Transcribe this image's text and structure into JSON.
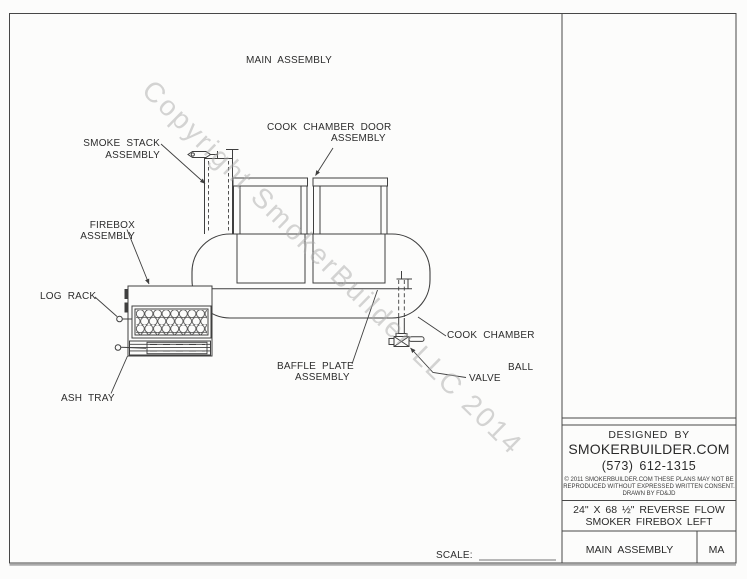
{
  "sheet": {
    "drawing_title": "MAIN ASSEMBLY",
    "scale_label": "SCALE:",
    "watermark": "Copyright SmokerBuilder LLC 2014"
  },
  "callouts": {
    "smoke_stack": [
      "SMOKE STACK",
      "ASSEMBLY"
    ],
    "cook_chamber_door": [
      "COOK CHAMBER DOOR",
      "ASSEMBLY"
    ],
    "firebox": [
      "FIREBOX",
      "ASSEMBLY"
    ],
    "log_rack": "LOG RACK",
    "ash_tray": "ASH TRAY",
    "baffle_plate": [
      "BAFFLE PLATE",
      "ASSEMBLY"
    ],
    "cook_chamber": "COOK CHAMBER",
    "ball": "BALL",
    "valve": "VALVE"
  },
  "title_block": {
    "designed_by": "DESIGNED BY",
    "company": "SMOKERBUILDER.COM",
    "phone": "(573) 612-1315",
    "copyright_line1": "© 2011 SMOKERBUILDER.COM THESE PLANS MAY NOT BE",
    "copyright_line2": "REPRODUCED WITHOUT EXPRESSED WRITTEN CONSENT.",
    "copyright_line3": "DRAWN BY FD&JD",
    "model_line1": "24\" X 68 ½\" REVERSE FLOW",
    "model_line2": "SMOKER FIREBOX LEFT",
    "sheet_title": "MAIN ASSEMBLY",
    "sheet_code": "MA"
  },
  "colors": {
    "line": "#3f3f3f",
    "label_text": "#2d2d2d",
    "watermark": "#aaaaaa",
    "paper": "#fcfcfb"
  }
}
